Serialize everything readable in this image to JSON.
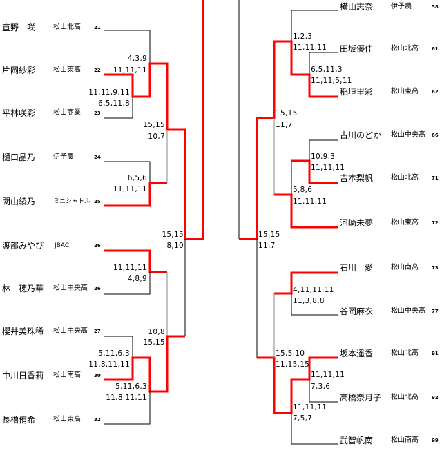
{
  "left_players": [
    {
      "name": "直野　咲",
      "school": "松山北高",
      "no": "21"
    },
    {
      "name": "片岡紗彩",
      "school": "松山東高",
      "no": "22"
    },
    {
      "name": "平林咲彩",
      "school": "松山商業",
      "no": "23"
    },
    {
      "name": "樋口晶乃",
      "school": "伊予農",
      "no": "24"
    },
    {
      "name": "関山綾乃",
      "school": "ミニシャトル",
      "no": "25"
    },
    {
      "name": "渡部みやび",
      "school": "JBAC",
      "no": "26"
    },
    {
      "name": "林　穂乃華",
      "school": "松山中央高",
      "no": "26"
    },
    {
      "name": "櫻井美珠稀",
      "school": "松山中央高",
      "no": "27"
    },
    {
      "name": "中川日香莉",
      "school": "松山南高",
      "no": "30"
    },
    {
      "name": "長櫓侑希",
      "school": "松山東高",
      "no": "32"
    }
  ],
  "right_players": [
    {
      "name": "横山志奈",
      "school": "伊予農",
      "no": "58"
    },
    {
      "name": "田坂優佳",
      "school": "松山北高",
      "no": "61"
    },
    {
      "name": "稲垣里彩",
      "school": "松山東高",
      "no": "62"
    },
    {
      "name": "古川のどか",
      "school": "松山中央高",
      "no": "66"
    },
    {
      "name": "吉本梨帆",
      "school": "松山北高",
      "no": "71"
    },
    {
      "name": "河崎未夢",
      "school": "松山東高",
      "no": "72"
    },
    {
      "name": "石川　愛",
      "school": "松山南高",
      "no": "73"
    },
    {
      "name": "谷岡麻衣",
      "school": "松山中央高",
      "no": "77"
    },
    {
      "name": "坂本遥香",
      "school": "松山北高",
      "no": "91"
    },
    {
      "name": "高橋奈月子",
      "school": "松山北高",
      "no": "92"
    },
    {
      "name": "武智帆南",
      "school": "松山南高",
      "no": "99"
    }
  ],
  "left_scores": [
    [
      "4,3,9",
      "11,11,11"
    ],
    [
      "11,11,9,11",
      "6,5,11,8"
    ],
    [
      "15,15",
      "10,7"
    ],
    [
      "6,5,6",
      "11,11,11"
    ],
    [
      "15,15",
      "8,10"
    ],
    [
      "11,11,11",
      "4,8,9"
    ],
    [
      "10,8",
      "15,15"
    ],
    [
      "5,11,6,3",
      "11,8,11,11"
    ],
    [
      "5,11,6,3",
      "11,8,11,11"
    ]
  ],
  "right_scores": [
    [
      "1,2,3",
      "11,11,11"
    ],
    [
      "6,5,11,3",
      "11,11,5,11"
    ],
    [
      "15,15",
      "11,7"
    ],
    [
      "10,9,3",
      "11,11,11"
    ],
    [
      "5,8,6",
      "11,11,11"
    ],
    [
      "15,15",
      "11,7"
    ],
    [
      "4,11,11,11",
      "11,3,8,8"
    ],
    [
      "15,5,10",
      "11,15,15"
    ],
    [
      "11,11,11",
      "7,3,6"
    ],
    [
      "11,11,11",
      "7,5,7"
    ]
  ],
  "colors": {
    "winner_line": "#ff0000",
    "line": "#000000"
  }
}
